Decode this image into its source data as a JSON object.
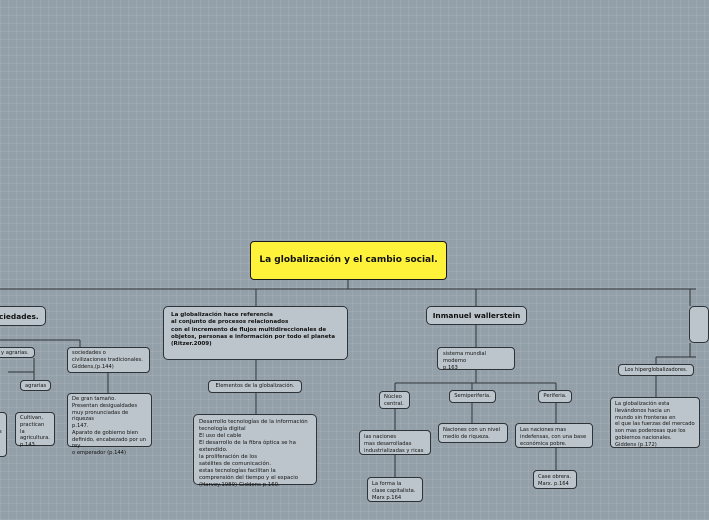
{
  "map": {
    "central": "La globalización y el cambio social.",
    "left": {
      "title": "ciedades.",
      "agrarian": "y agrarias.",
      "traditional": "sociedades o\ncivilizaciones tradicionales.\nGiddens,(p.144)",
      "agrarias": "agrarias",
      "cultivan": "Cultivan,\npractican la\nagricultura.\np.143.",
      "gran_tamano": "De gran tamaño.\nPresentan desigualdades\nmuy pronunciadas de riquezas\np.147.\nAparato de gobierno bien\ndefinido, encabezado por un\nrey\no emperador (p.144)",
      "edge_stub": "s"
    },
    "center_branch": {
      "definition": "La globalización hace referencia\nal conjunto de procesos relacionados\ncon el incremento de flujos multidireccionales de\nobjetos, personas  e información por todo el planeta\n(Ritzer.2009)",
      "elements_label": "Elementos de la globalización.",
      "elements_text": "Desarrollo tecnologías de la información\ntecnología digital\nEl uso del cable\nEl desarrollo de la fibra óptica se ha\nextendido.\nla proliferación de los\nsatélites de comunicación.\nestas tecnologías facilitan la\ncomprensión del tiempo y el espacio\n(Harvey.1989) Giddens p.160."
    },
    "wallerstein": {
      "title": "Inmanuel wallerstein",
      "system": "sistema mundial moderno\np.163",
      "nucleo": "Núcleo\ncentral.",
      "nucleo_desc": "las naciones\nmas desarrolladas\nindustrializadas y ricas",
      "nucleo_marx": "La forma la\nclase capitalista.\nMarx p.164",
      "semi": "Semiperiferia.",
      "semi_desc": "Naciones con un nivel\nmedio de riqueza.",
      "periferia": "Periferia.",
      "periferia_desc": "Las naciones mas\nindefensas, con una base\neconómica pobre.",
      "periferia_marx": "Case obrera.\nMarx. p.164"
    },
    "right": {
      "hyper": "Los hiperglobalizadores.",
      "hyper_desc": "La globalización esta\nllevándonos hacia un\nmundo sin fronteras en\nel que las fuerzas del mercado\nson mas poderosas que los\ngobiernos nacionales.\nGiddens (p.172)"
    }
  },
  "colors": {
    "background": "#94a0a9",
    "central_fill": "#fff23a",
    "node_fill": "#bcc5cb",
    "line": "#2e3338"
  }
}
